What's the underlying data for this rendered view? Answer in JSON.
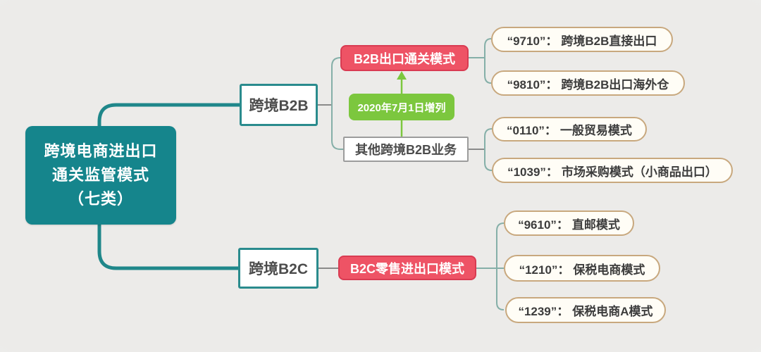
{
  "root": {
    "title_line1": "跨境电商进出口",
    "title_line2": "通关监管模式",
    "title_line3": "（七类）"
  },
  "branch_b2b": {
    "label": "跨境B2B"
  },
  "branch_b2c": {
    "label": "跨境B2C"
  },
  "node_b2b_export": {
    "label": "B2B出口通关模式"
  },
  "node_annotation": {
    "label": "2020年7月1日增列"
  },
  "node_other_b2b": {
    "label": "其他跨境B2B业务"
  },
  "node_b2c_retail": {
    "label": "B2C零售进出口模式"
  },
  "leaves": {
    "n9710": {
      "code": "“9710”：",
      "label": "跨境B2B直接出口"
    },
    "n9810": {
      "code": "“9810”：",
      "label": "跨境B2B出口海外仓"
    },
    "n0110": {
      "code": "“0110”：",
      "label": "一般贸易模式"
    },
    "n1039": {
      "code": "“1039”：",
      "label": "市场采购模式（小商品出口）"
    },
    "n9610": {
      "code": "“9610”：",
      "label": "直邮模式"
    },
    "n1210": {
      "code": "“1210”：",
      "label": "保税电商模式"
    },
    "n1239": {
      "code": "“1239”：",
      "label": "保税电商A模式"
    }
  },
  "colors": {
    "background": "#ecebe9",
    "root-fill": "#15858c",
    "branch-border": "#2a8b8d",
    "red-fill": "#ee5365",
    "red-border": "#d93b52",
    "green-fill": "#7cc73e",
    "plain-border": "#9c9c9c",
    "leaf-fill": "#fffdf6",
    "leaf-border": "#c8a87e",
    "leaf-text": "#3c3c3c",
    "connector-teal": "#1f878a",
    "connector-thin": "#85afa8",
    "connector-gray": "#8a8a8a",
    "text-dark": "#4c4c4c",
    "text-white": "#ffffff"
  }
}
